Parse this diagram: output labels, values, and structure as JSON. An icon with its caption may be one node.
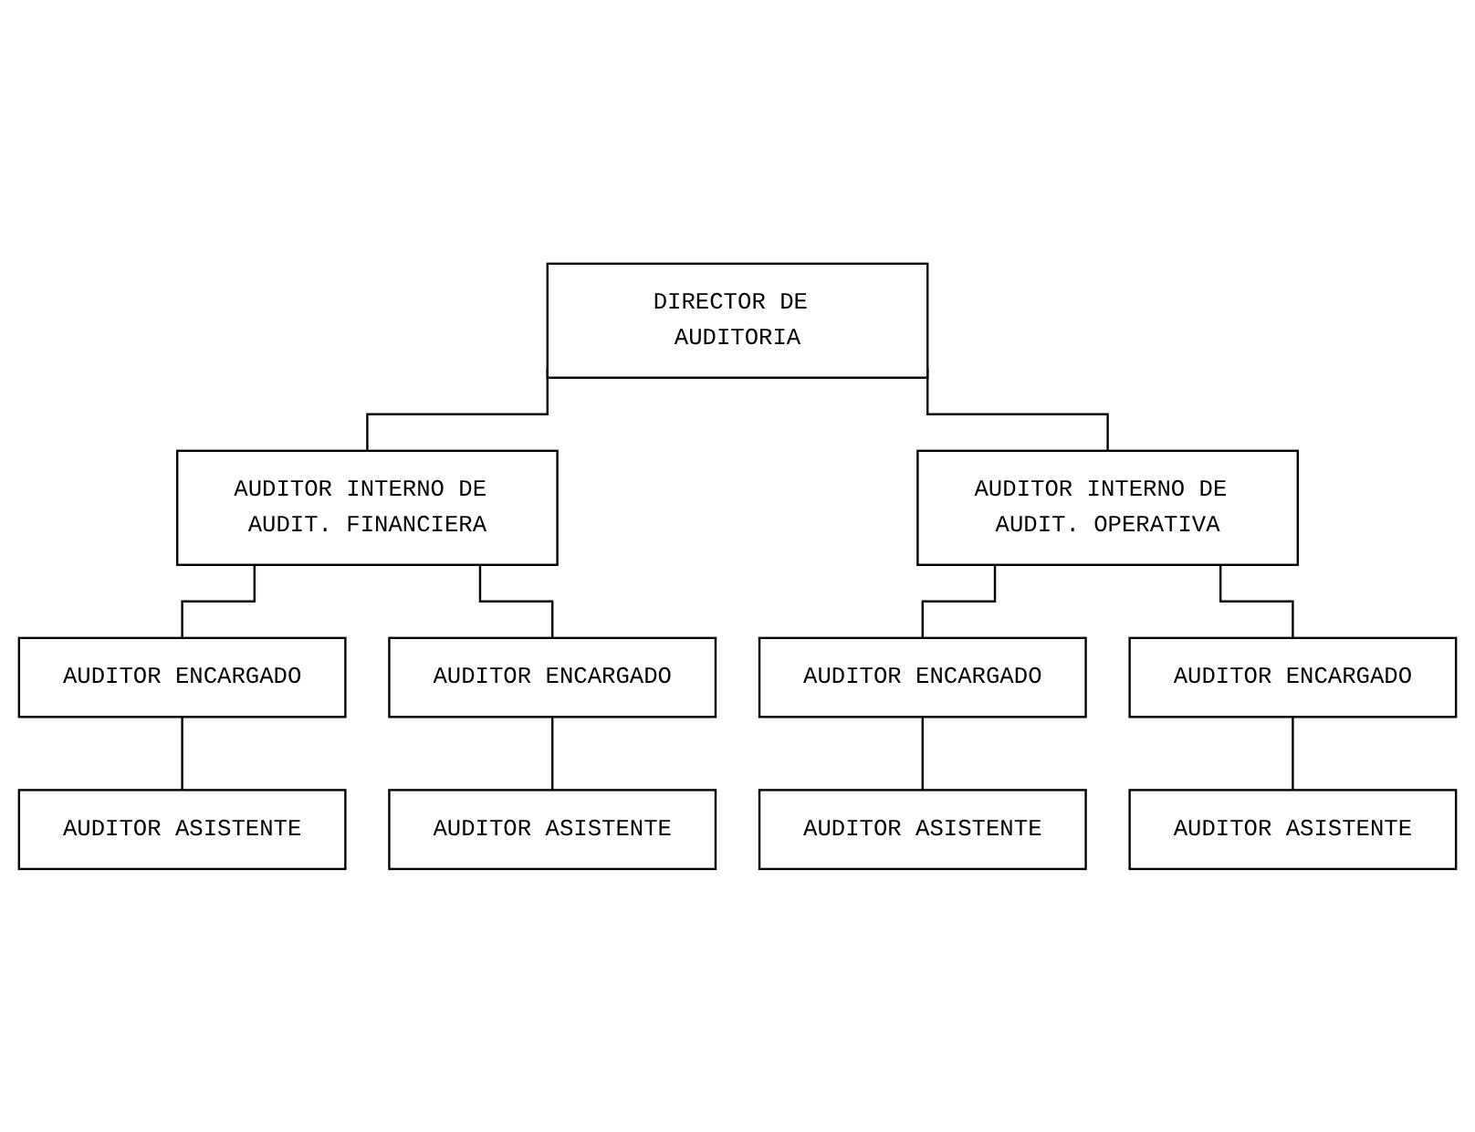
{
  "diagram": {
    "nodes": [
      {
        "text": [
          "DIRECTOR DE AUDITORIA"
        ]
      },
      {
        "text": [
          "AUDITOR INTERNO DE AUDIT. FINANCIERA"
        ]
      },
      {
        "text": [
          "AUDITOR INTERNO DE AUDIT. OPERATIVA"
        ]
      },
      {
        "text": [
          "AUDITOR ENCARGADO"
        ]
      },
      {
        "text": [
          "AUDITOR ENCARGADO"
        ]
      },
      {
        "text": [
          "AUDITOR ENCARGADO"
        ]
      },
      {
        "text": [
          "AUDITOR ENCARGADO"
        ]
      },
      {
        "text": [
          "AUDITOR ASISTENTE"
        ]
      },
      {
        "text": [
          "AUDITOR ASISTENTE"
        ]
      },
      {
        "text": [
          "AUDITOR ASISTENTE"
        ]
      },
      {
        "text": [
          "AUDITOR ASISTENTE"
        ]
      }
    ],
    "edges": [
      {
        "from": 0,
        "to": 1,
        "arrow": "none"
      },
      {
        "from": 0,
        "to": 2,
        "arrow": "none"
      },
      {
        "from": 1,
        "to": 3,
        "arrow": "none"
      },
      {
        "from": 1,
        "to": 4,
        "arrow": "none"
      },
      {
        "from": 2,
        "to": 5,
        "arrow": "none"
      },
      {
        "from": 2,
        "to": 6,
        "arrow": "none"
      },
      {
        "from": 3,
        "to": 7,
        "arrow": "none"
      },
      {
        "from": 4,
        "to": 8,
        "arrow": "none"
      },
      {
        "from": 5,
        "to": 9,
        "arrow": "none"
      },
      {
        "from": 6,
        "to": 10,
        "arrow": "none"
      }
    ]
  }
}
